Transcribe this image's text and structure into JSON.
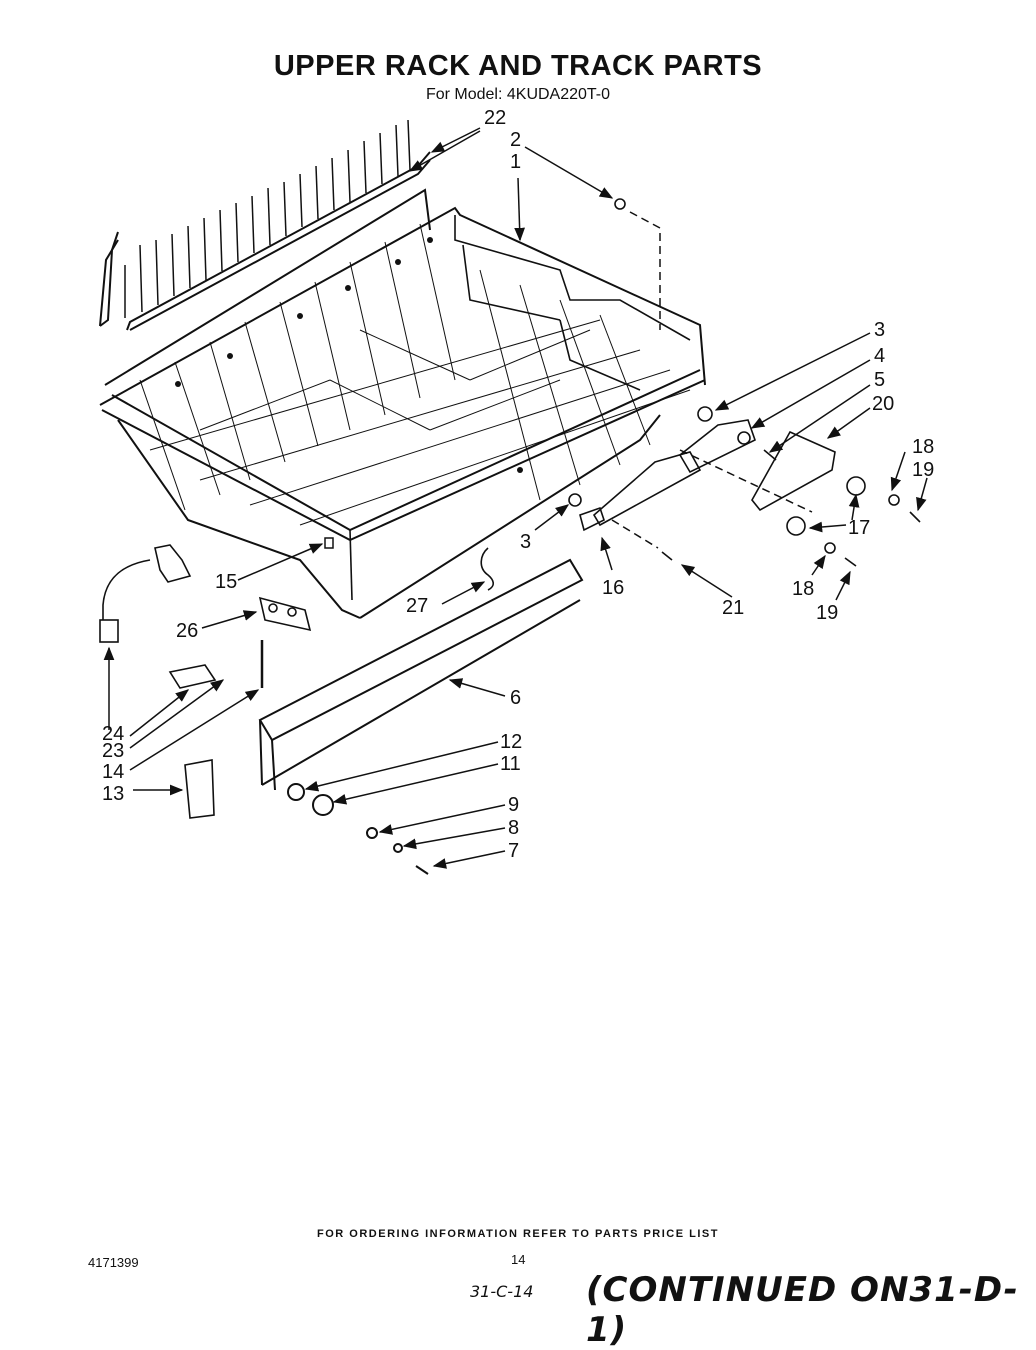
{
  "title": "UPPER RACK AND TRACK PARTS",
  "subtitle": "For Model: 4KUDA220T-0",
  "footer": {
    "ordering_note": "FOR ORDERING INFORMATION REFER TO PARTS PRICE LIST",
    "document_number": "4171399",
    "page_number": "14",
    "handwritten_ref": "31-C-14",
    "continued": "(CONTINUED ON31-D-1)"
  },
  "callouts": {
    "c22": "22",
    "c2": "2",
    "c1": "1",
    "c3a": "3",
    "c4": "4",
    "c5": "5",
    "c20": "20",
    "c18a": "18",
    "c19a": "19",
    "c17": "17",
    "c18b": "18",
    "c19b": "19",
    "c3b": "3",
    "c16": "16",
    "c21": "21",
    "c15": "15",
    "c27": "27",
    "c26": "26",
    "c6": "6",
    "c24": "24",
    "c23": "23",
    "c14": "14",
    "c12": "12",
    "c11": "11",
    "c13": "13",
    "c9": "9",
    "c8": "8",
    "c7": "7"
  }
}
